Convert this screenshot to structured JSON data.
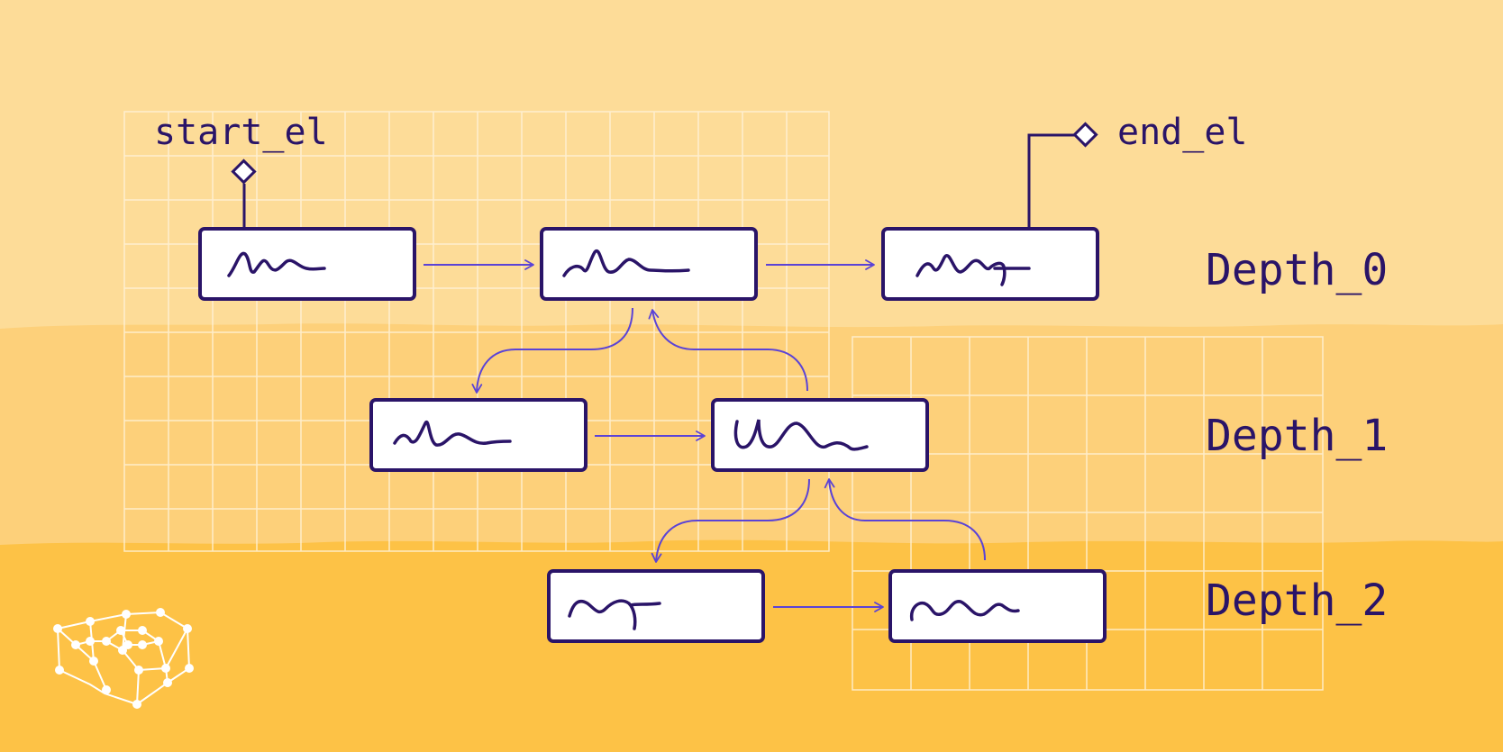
{
  "labels": {
    "start": "start_el",
    "end": "end_el",
    "depth_0": "Depth_0",
    "depth_1": "Depth_1",
    "depth_2": "Depth_2"
  },
  "colors": {
    "band_top": "#fddc98",
    "band_mid": "#fdd07a",
    "band_bottom": "#fdc246",
    "node_stroke": "#2a1468",
    "arrow": "#5b43d6",
    "grid": "#fff3da",
    "node_fill": "#ffffff"
  },
  "nodes": [
    {
      "id": "d0-n1",
      "depth": 0
    },
    {
      "id": "d0-n2",
      "depth": 0
    },
    {
      "id": "d0-n3",
      "depth": 0
    },
    {
      "id": "d1-n1",
      "depth": 1
    },
    {
      "id": "d1-n2",
      "depth": 1
    },
    {
      "id": "d2-n1",
      "depth": 2
    },
    {
      "id": "d2-n2",
      "depth": 2
    }
  ],
  "edges": [
    {
      "from": "d0-n1",
      "to": "d0-n2",
      "kind": "next"
    },
    {
      "from": "d0-n2",
      "to": "d0-n3",
      "kind": "next"
    },
    {
      "from": "d0-n2",
      "to": "d1-n1",
      "kind": "down"
    },
    {
      "from": "d1-n1",
      "to": "d1-n2",
      "kind": "next"
    },
    {
      "from": "d1-n2",
      "to": "d0-n2",
      "kind": "up"
    },
    {
      "from": "d1-n2",
      "to": "d2-n1",
      "kind": "down"
    },
    {
      "from": "d2-n1",
      "to": "d2-n2",
      "kind": "next"
    },
    {
      "from": "d2-n2",
      "to": "d1-n2",
      "kind": "up"
    }
  ],
  "icons": {
    "logo": "network-graph-logo"
  }
}
